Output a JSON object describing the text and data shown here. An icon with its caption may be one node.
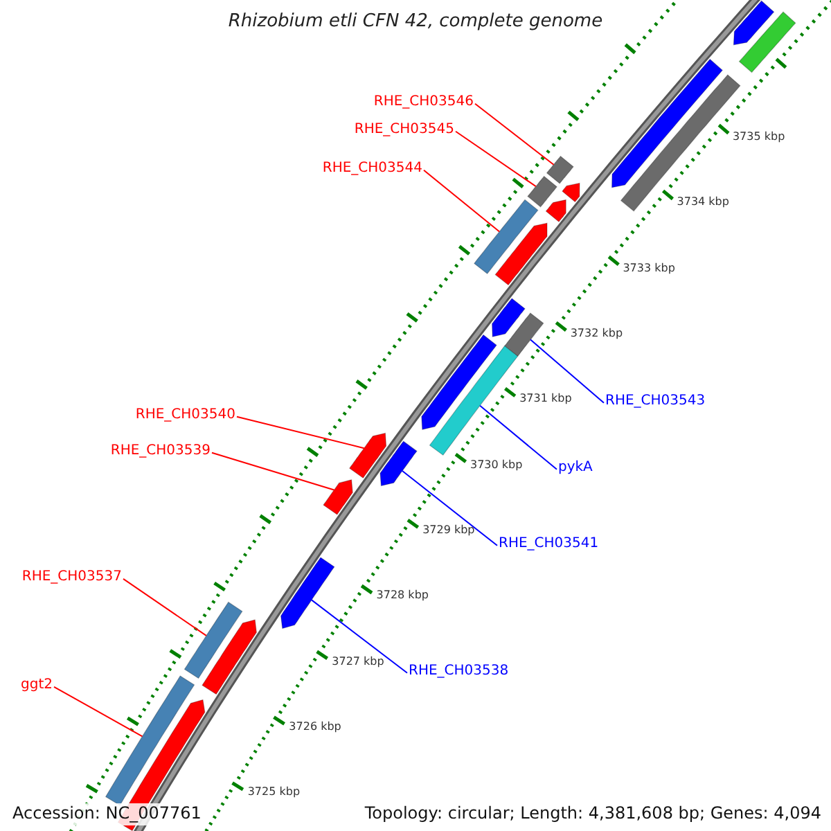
{
  "diagram": {
    "title": "Rhizobium etli CFN 42, complete genome",
    "nodes": [
      {
        "text": [
          "RHE_CH03546"
        ]
      },
      {
        "text": [
          "RHE_CH03545"
        ]
      },
      {
        "text": [
          "RHE_CH03544"
        ]
      },
      {
        "text": [
          "RHE_CH03543"
        ]
      },
      {
        "text": [
          "pykA"
        ]
      },
      {
        "text": [
          "RHE_CH03540"
        ]
      },
      {
        "text": [
          "RHE_CH03539"
        ]
      },
      {
        "text": [
          "RHE_CH03541"
        ]
      },
      {
        "text": [
          "RHE_CH03537"
        ]
      },
      {
        "text": [
          "RHE_CH03538"
        ]
      },
      {
        "text": [
          "ggt2"
        ]
      },
      {
        "text": [],
        "shape": "bar"
      },
      {
        "text": [],
        "shape": "bar"
      },
      {
        "text": [],
        "shape": "bar"
      },
      {
        "text": [],
        "shape": "bar"
      },
      {
        "text": [],
        "shape": "bar"
      },
      {
        "text": [],
        "shape": "bar"
      },
      {
        "text": [],
        "shape": "bar"
      },
      {
        "text": [],
        "shape": "bar"
      },
      {
        "text": [],
        "shape": "bar"
      },
      {
        "text": [],
        "shape": "bar"
      },
      {
        "text": [],
        "shape": "bar"
      },
      {
        "text": [],
        "shape": "bar"
      },
      {
        "text": [],
        "shape": "bar"
      },
      {
        "text": [],
        "shape": "bar"
      },
      {
        "text": [],
        "shape": "bar"
      },
      {
        "text": [],
        "shape": "bar"
      },
      {
        "text": [],
        "shape": "bar"
      },
      {
        "text": [],
        "shape": "bar"
      },
      {
        "text": [],
        "shape": "bar"
      },
      {
        "text": [],
        "shape": "bar"
      },
      {
        "text": [],
        "shape": "bar"
      },
      {
        "text": [],
        "shape": "bar"
      }
    ],
    "edges": [
      {
        "from": 0,
        "to": 11,
        "arrow": "none"
      },
      {
        "from": 1,
        "to": 12,
        "arrow": "none"
      },
      {
        "from": 2,
        "to": 13,
        "arrow": "none"
      },
      {
        "from": 3,
        "to": 14,
        "arrow": "none",
        "color": "#0000ff"
      },
      {
        "from": 4,
        "to": 15,
        "arrow": "none",
        "color": "#0000ff"
      },
      {
        "from": 5,
        "to": 16,
        "arrow": "none"
      },
      {
        "from": 6,
        "to": 17,
        "arrow": "none"
      },
      {
        "from": 7,
        "to": 18,
        "arrow": "none",
        "color": "#0000ff"
      },
      {
        "from": 8,
        "to": 19,
        "arrow": "none"
      },
      {
        "from": 9,
        "to": 20,
        "arrow": "none",
        "color": "#0000ff"
      },
      {
        "from": 10,
        "to": 21,
        "arrow": "none"
      }
    ],
    "labels": [
      "3735 kbp",
      "3734 kbp",
      "3733 kbp",
      "3732 kbp",
      "3731 kbp",
      "3730 kbp",
      "3729 kbp",
      "3728 kbp",
      "3727 kbp",
      "3726 kbp",
      "3725 kbp",
      "Accession: NC_007761",
      "Topology: circular; Length: 4,381,608 bp; Genes: 4,094"
    ]
  }
}
